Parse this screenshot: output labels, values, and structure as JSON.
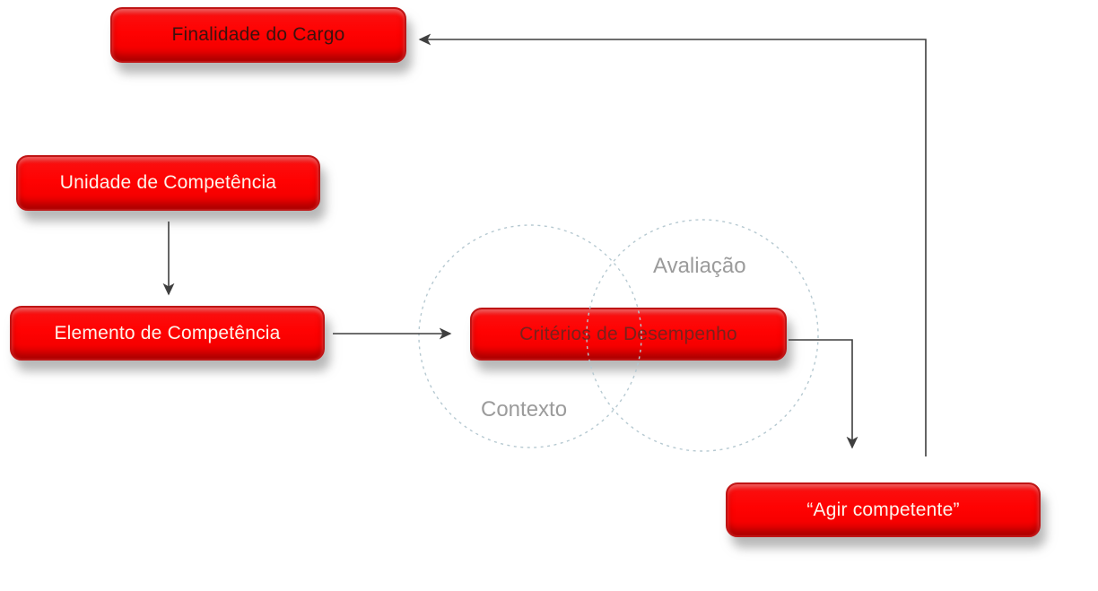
{
  "nodes": {
    "finalidade": {
      "label": "Finalidade do Cargo"
    },
    "unidade": {
      "label": "Unidade de Competência"
    },
    "elemento": {
      "label": "Elemento de Competência"
    },
    "criterios": {
      "label": "Critérios de Desempenho"
    },
    "agir": {
      "label": "“Agir competente”"
    }
  },
  "regions": {
    "avaliacao": {
      "label": "Avaliação"
    },
    "contexto": {
      "label": "Contexto"
    }
  },
  "edges": [
    {
      "from": "unidade",
      "to": "elemento"
    },
    {
      "from": "elemento",
      "to": "criterios"
    },
    {
      "from": "criterios",
      "to": "agir"
    },
    {
      "from": "agir",
      "to": "finalidade"
    }
  ],
  "colors": {
    "background": "#ffffff",
    "box_fill": "#fb0202",
    "box_border": "#bf1515",
    "box_text_light": "#fdf3ea",
    "box_text_dark": "#3b120e",
    "criterios_text": "#7a211c",
    "arrow": "#3f3f3f",
    "circle_dash": "#b6c9d1",
    "region_label": "#9b9b9b"
  }
}
